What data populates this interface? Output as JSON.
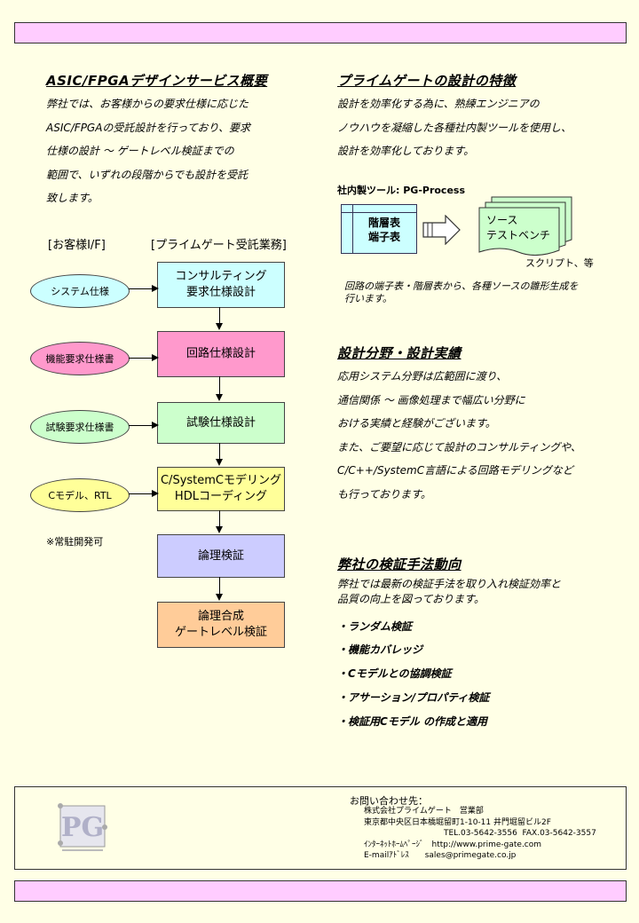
{
  "top_bar": "",
  "left": {
    "title": "ASIC/FPGAデザインサービス概要",
    "intro": "弊社では、お客様からの要求仕様に応じた\nASIC/FPGAの受託設計を行っており、要求\n仕様の設計 〜 ゲートレベル検証までの\n範囲で、いずれの段階からでも設計を受託\n致します。",
    "col_customer": "[お客様I/F]",
    "col_company": "[プライムゲート受託業務]",
    "inputs": [
      "システム仕様",
      "機能要求仕様書",
      "試験要求仕様書",
      "Cモデル、RTL"
    ],
    "steps": [
      "コンサルティング\n要求仕様設計",
      "回路仕様設計",
      "試験仕様設計",
      "C/SystemCモデリング\nHDLコーディング",
      "論理検証",
      "論理合成\nゲートレベル検証"
    ],
    "note": "※常駐開発可"
  },
  "right": {
    "feature_title": "プライムゲートの設計の特徴",
    "feature_text": "設計を効率化する為に、熟練エンジニアの\nノウハウを凝縮した各種社内製ツールを使用し、\n設計を効率化しております。",
    "tool_label": "社内製ツール: PG-Process",
    "table_box": "階層表\n端子表",
    "doc_box": "ソース\nテストベンチ",
    "scripts": "スクリプト、等",
    "tool_desc": "回路の端子表・階層表から、各種ソースの雛形生成を\n行います。",
    "field_title": "設計分野・設計実績",
    "field_text": "応用システム分野は広範囲に渡り、\n通信関係 〜 画像処理まで幅広い分野に\nおける実績と経験がございます。\nまた、ご要望に応じて設計のコンサルティングや、\nC/C++/SystemC言語による回路モデリングなど\nも行っております。",
    "verify_title": "弊社の検証手法動向",
    "verify_text": "弊社では最新の検証手法を取り入れ検証効率と\n品質の向上を図っております。",
    "bullets": [
      "・ランダム検証",
      "・機能カバレッジ",
      "・Cモデルとの協調検証",
      "・アサーション/プロパティ検証",
      "・検証用Cモデル の作成と適用"
    ]
  },
  "contact": {
    "heading": "お問い合わせ先：",
    "lines": "株式会社プライムゲート　営業部\n東京都中央区日本橋堀留町1-10-11 井門堀留ビル2F\n　　　　　　　　　　TEL.03-5642-3556  FAX.03-5642-3557\nｲﾝﾀｰﾈｯﾄﾎｰﾑﾍﾟｰｼﾞ　http://www.prime-gate.com\nE-mailｱﾄﾞﾚｽ　　sales@primegate.co.jp"
  },
  "colors": {
    "bar": "#ffccff",
    "background": "#ffffe6",
    "ellipse1": "#ccffff",
    "ellipse2": "#ff99cc",
    "ellipse3": "#ccffcc",
    "ellipse4": "#ffff99",
    "box1": "#ccffff",
    "box2": "#ff99cc",
    "box3": "#ccffcc",
    "box4": "#ffff99",
    "box5": "#ccccff",
    "box6": "#ffcc99"
  }
}
